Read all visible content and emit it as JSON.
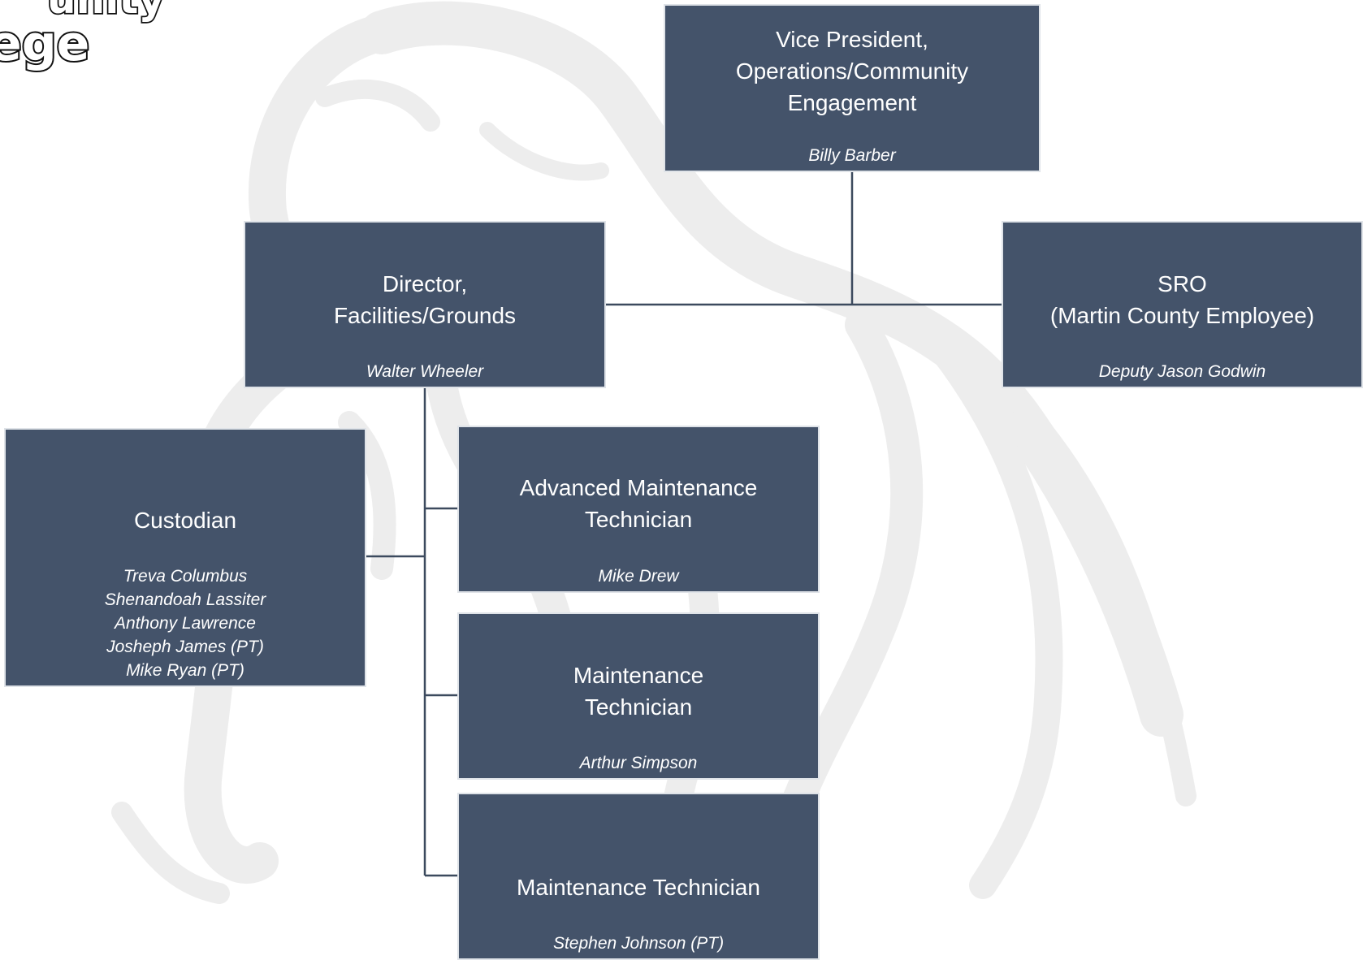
{
  "logo": {
    "text_line1": "unity",
    "text_line2": "ege"
  },
  "colors": {
    "box_fill": "#44536a",
    "box_border": "#dfe3e8",
    "connector": "#3c4a5e",
    "watermark": "#ededed"
  },
  "org_chart": {
    "vice_president": {
      "title": "Vice President,\nOperations/Community\nEngagement",
      "names": [
        "Billy Barber"
      ]
    },
    "director": {
      "title": "Director,\nFacilities/Grounds",
      "names": [
        "Walter Wheeler"
      ]
    },
    "sro": {
      "title": "SRO\n(Martin County Employee)",
      "names": [
        "Deputy Jason Godwin"
      ]
    },
    "custodian": {
      "title": "Custodian",
      "names": [
        "Treva Columbus",
        "Shenandoah Lassiter",
        "Anthony Lawrence",
        "Josheph James (PT)",
        "Mike Ryan (PT)"
      ]
    },
    "advanced_maintenance_technician": {
      "title": "Advanced Maintenance\nTechnician",
      "names": [
        "Mike Drew"
      ]
    },
    "maintenance_technician_1": {
      "title": "Maintenance\nTechnician",
      "names": [
        "Arthur Simpson"
      ]
    },
    "maintenance_technician_2": {
      "title": "Maintenance Technician",
      "names": [
        "Stephen Johnson (PT)"
      ]
    }
  }
}
